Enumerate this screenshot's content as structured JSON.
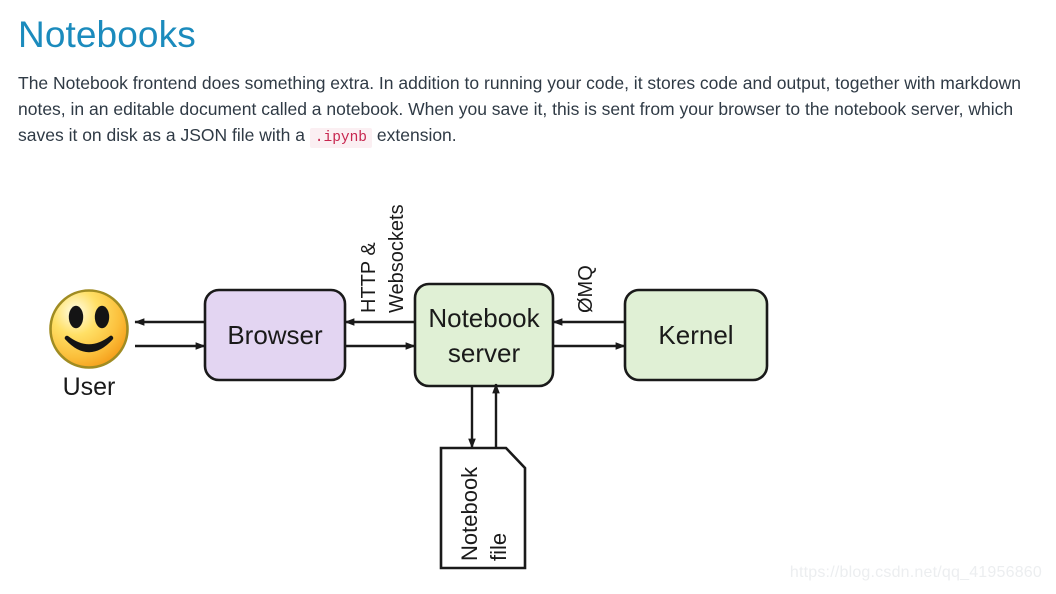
{
  "page": {
    "title": "Notebooks",
    "title_color": "#1b8bbd",
    "background": "#ffffff",
    "body_paragraph": {
      "part1": "The Notebook frontend does something extra. In addition to running your code, it stores code and output, together with markdown notes, in an editable document called a notebook. When you save it, this is sent from your browser to the notebook server, which saves it on disk as a JSON file with a ",
      "code": ".ipynb",
      "part2": " extension."
    }
  },
  "diagram": {
    "type": "flow-diagram",
    "nodes": [
      {
        "id": "user",
        "label": "User",
        "shape": "smiley-icon",
        "fill_from": "#fff9c4",
        "fill_to": "#f5a623"
      },
      {
        "id": "browser",
        "label": "Browser",
        "shape": "rounded-rect",
        "fill": "#e3d5f2",
        "stroke": "#1a1a1a"
      },
      {
        "id": "notebook-server",
        "label_line1": "Notebook",
        "label_line2": "server",
        "shape": "rounded-rect",
        "fill": "#e0f0d5",
        "stroke": "#1a1a1a"
      },
      {
        "id": "kernel",
        "label": "Kernel",
        "shape": "rounded-rect",
        "fill": "#e0f0d5",
        "stroke": "#1a1a1a"
      },
      {
        "id": "notebook-file",
        "label_line1": "Notebook",
        "label_line2": "file",
        "shape": "document",
        "fill": "#ffffff",
        "stroke": "#1a1a1a"
      }
    ],
    "edge_labels": {
      "http_line1": "HTTP &",
      "http_line2": "Websockets",
      "zmq": "ØMQ"
    }
  },
  "watermark": {
    "text": "https://blog.csdn.net/qq_41956860"
  }
}
